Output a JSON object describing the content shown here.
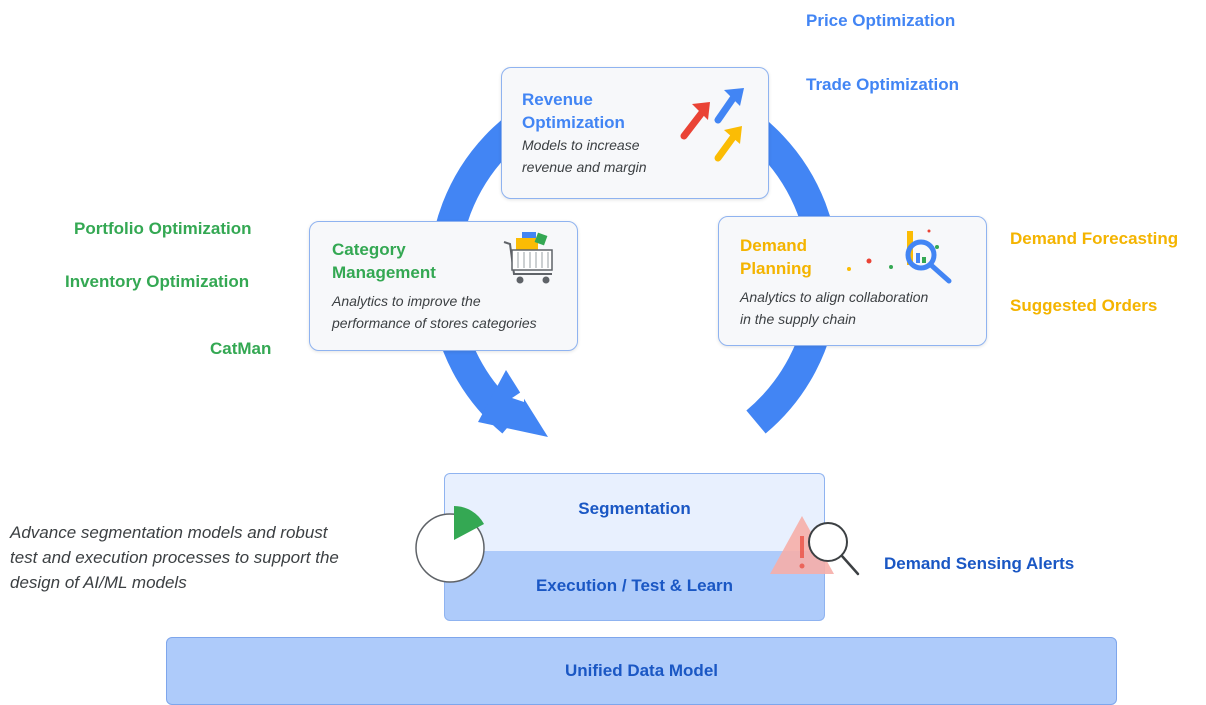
{
  "cards": {
    "revenue": {
      "title_line1": "Revenue",
      "title_line2": "Optimization",
      "desc_line1": "Models to increase",
      "desc_line2": "revenue and margin"
    },
    "category": {
      "title_line1": "Category",
      "title_line2": "Management",
      "desc_line1": "Analytics to improve the",
      "desc_line2": "performance of stores categories"
    },
    "demand": {
      "title_line1": "Demand",
      "title_line2": "Planning",
      "desc_line1": "Analytics to align collaboration",
      "desc_line2": "in the supply chain"
    }
  },
  "labels": {
    "price_optimization": "Price Optimization",
    "trade_optimization": "Trade Optimization",
    "portfolio_optimization": "Portfolio Optimization",
    "inventory_optimization": "Inventory Optimization",
    "catman": "CatMan",
    "demand_forecasting": "Demand Forecasting",
    "suggested_orders": "Suggested Orders",
    "demand_sensing_alerts": "Demand Sensing Alerts"
  },
  "layers": {
    "segmentation": "Segmentation",
    "execution": "Execution / Test & Learn",
    "unified": "Unified Data Model"
  },
  "segmentation_desc": {
    "line1": "Advance segmentation models and robust",
    "line2": "test and execution processes to support the",
    "line3": "design of AI/ML models"
  },
  "colors": {
    "blue": "#4285f4",
    "green": "#34a853",
    "yellow": "#f4b400",
    "red": "#ea4335",
    "dark_blue": "#1a57c4",
    "light_blue_fill": "#aecbfa",
    "pale_blue_fill": "#e8f0fe"
  },
  "icons": [
    "arrows-up-icon",
    "shopping-cart-icon",
    "magnifier-chart-icon",
    "pie-chart-icon",
    "warning-magnifier-icon",
    "cycle-arrow-icon"
  ]
}
